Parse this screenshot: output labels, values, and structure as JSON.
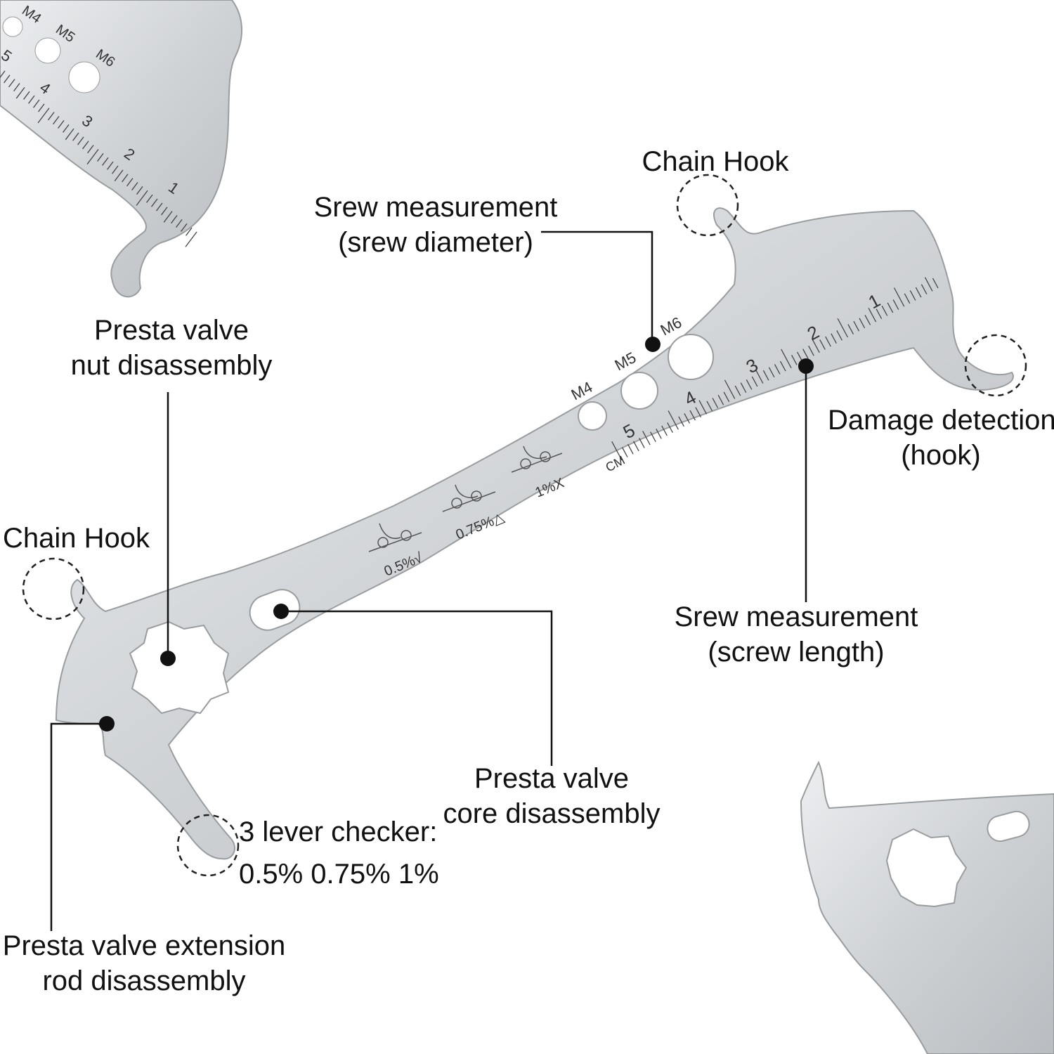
{
  "labels": {
    "chain_hook_top": "Chain Hook",
    "chain_hook_left": "Chain Hook",
    "screw_diameter": {
      "line1": "Srew measurement",
      "line2": "(srew diameter)"
    },
    "presta_nut": {
      "line1": "Presta valve",
      "line2": "nut disassembly"
    },
    "damage_detection": {
      "line1": "Damage detection",
      "line2": "(hook)"
    },
    "screw_length": {
      "line1": "Srew measurement",
      "line2": "(screw length)"
    },
    "presta_core": {
      "line1": "Presta valve",
      "line2": "core disassembly"
    },
    "lever_checker": {
      "line1": "3 lever checker:",
      "line2": "0.5% 0.75% 1%"
    },
    "presta_extension": {
      "line1": "Presta valve extension",
      "line2": "rod disassembly"
    }
  },
  "tool_markings": {
    "holes": [
      "M4",
      "M5",
      "M6"
    ],
    "ruler_numbers": [
      "1",
      "2",
      "3",
      "4",
      "5"
    ],
    "ruler_unit": "CM",
    "checker_marks": [
      "0.5%√",
      "0.75%△",
      "1%X"
    ]
  },
  "inset_top_markings": {
    "holes": [
      "M4",
      "M5",
      "M6"
    ],
    "ruler_numbers": [
      "1",
      "2",
      "3",
      "4",
      "5"
    ]
  },
  "colors": {
    "steel": "#d4d6d8",
    "steel_edge": "#9a9da0",
    "text": "#111111",
    "leader": "#111111"
  }
}
